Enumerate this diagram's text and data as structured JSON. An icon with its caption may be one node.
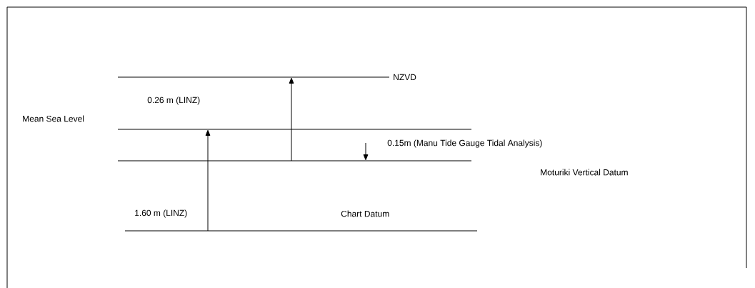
{
  "diagram": {
    "labels": [
      "NZVD",
      "0.26 m (LINZ)",
      "Mean Sea Level",
      "0.15m (Manu Tide Gauge Tidal Analysis)",
      "Moturiki Vertical Datum",
      "1.60 m (LINZ)",
      "Chart Datum"
    ]
  }
}
